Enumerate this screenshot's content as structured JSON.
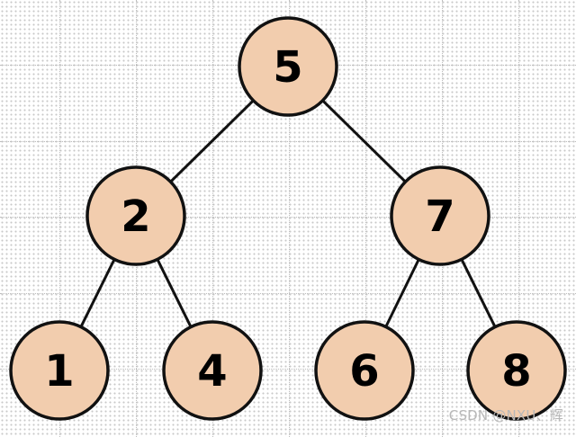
{
  "tree": {
    "node_fill": "#f2cdae",
    "node_stroke": "#111111",
    "edge_color": "#111111",
    "nodes": [
      {
        "id": "n5",
        "label": "5"
      },
      {
        "id": "n2",
        "label": "2"
      },
      {
        "id": "n7",
        "label": "7"
      },
      {
        "id": "n1",
        "label": "1"
      },
      {
        "id": "n4",
        "label": "4"
      },
      {
        "id": "n6",
        "label": "6"
      },
      {
        "id": "n8",
        "label": "8"
      }
    ],
    "edges": [
      {
        "from": "n5",
        "to": "n2"
      },
      {
        "from": "n5",
        "to": "n7"
      },
      {
        "from": "n2",
        "to": "n1"
      },
      {
        "from": "n2",
        "to": "n4"
      },
      {
        "from": "n7",
        "to": "n6"
      },
      {
        "from": "n7",
        "to": "n8"
      }
    ]
  },
  "watermark": {
    "text": "CSDN @NXU、辉"
  }
}
